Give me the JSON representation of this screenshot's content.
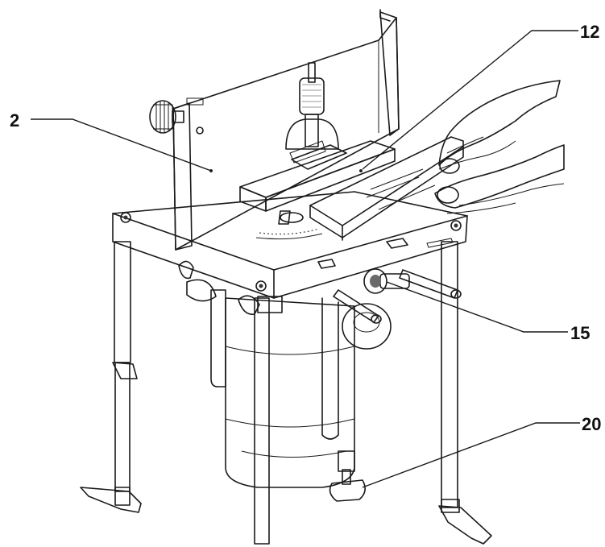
{
  "callouts": [
    {
      "label": "2"
    },
    {
      "label": "12"
    },
    {
      "label": "15"
    },
    {
      "label": "20"
    }
  ],
  "colors": {
    "fence": "#8f8f8f",
    "fence_dark": "#6f6f6f",
    "table_top": "#f4f4f4",
    "metal": "#e8e8e8",
    "workpiece": "#efefef",
    "line": "#1a1a1a"
  }
}
